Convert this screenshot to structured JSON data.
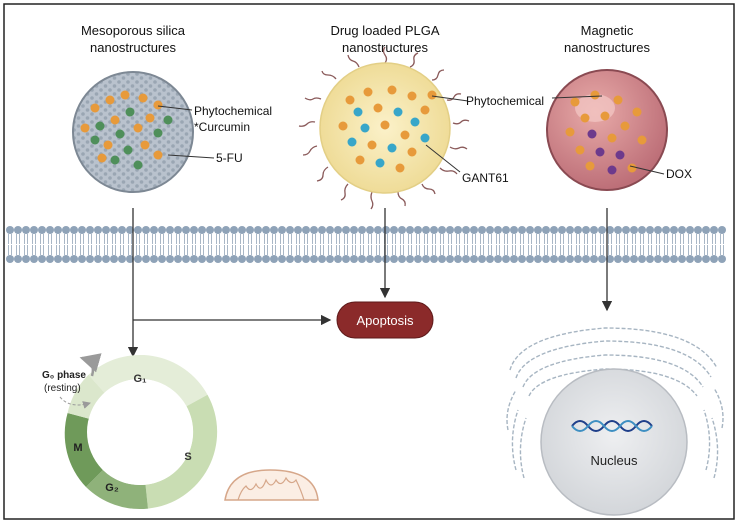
{
  "nanostructures": {
    "silica": {
      "title_line1": "Mesoporous silica",
      "title_line2": "nanostructures"
    },
    "plga": {
      "title_line1": "Drug loaded PLGA",
      "title_line2": "nanostructures"
    },
    "magnetic": {
      "title_line1": "Magnetic",
      "title_line2": "nanostructures"
    }
  },
  "labels": {
    "phytochemical": "Phytochemical",
    "curcumin": "*Curcumin",
    "five_fu": "5-FU",
    "phytochemical_plga": "Phytochemical",
    "gant61": "GANT61",
    "dox": "DOX",
    "apoptosis": "Apoptosis",
    "nucleus": "Nucleus"
  },
  "cell_cycle": {
    "g0_phase": "G₀ phase",
    "resting": "(resting)",
    "g1": "G₁",
    "s": "S",
    "g2": "G₂",
    "m": "M"
  },
  "colors": {
    "membrane": "#8fa3b8",
    "silica_particle": "#b9c2cd",
    "plga_particle": "#f3e4a8",
    "magnetic_particle": "#c77b82",
    "apoptosis": "#8b2a2a",
    "drug_orange": "#e79a3b",
    "drug_green": "#4f8f5a",
    "drug_blue": "#38a6c9",
    "drug_purple": "#6d3a8c",
    "cycle_light": "#e4edd8",
    "cycle_mid": "#b3cc98",
    "cycle_dark": "#6f9a5a"
  }
}
